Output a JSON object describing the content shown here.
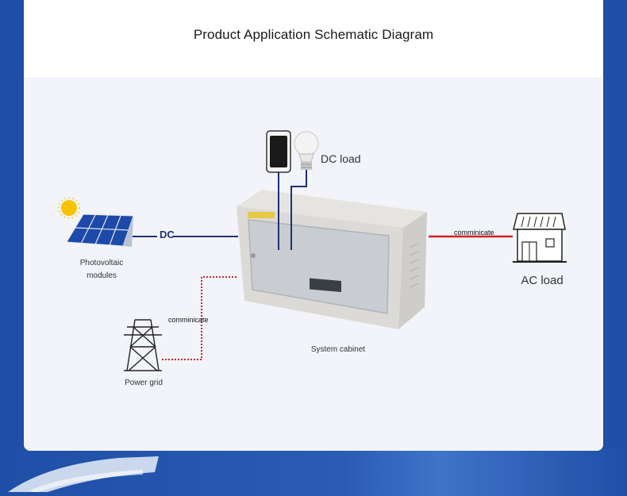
{
  "page": {
    "title": "Product Application Schematic Diagram"
  },
  "diagram": {
    "photovoltaic_label_line1": "Photovoltaic",
    "photovoltaic_label_line2": "modules",
    "dc_label": "DC",
    "dc_load_label": "DC load",
    "ac_load_label": "AC load",
    "system_cabinet_label": "System cabinet",
    "power_grid_label": "Power grid",
    "communicate_ac_label": "comminicate",
    "communicate_grid_label": "comminicate"
  },
  "colors": {
    "background_blue": "#1f4fa6",
    "panel_bg": "#f2f4f9",
    "dc_line": "#1f2f7a",
    "ac_line": "#d62020",
    "grid_line": "#c0282a"
  }
}
